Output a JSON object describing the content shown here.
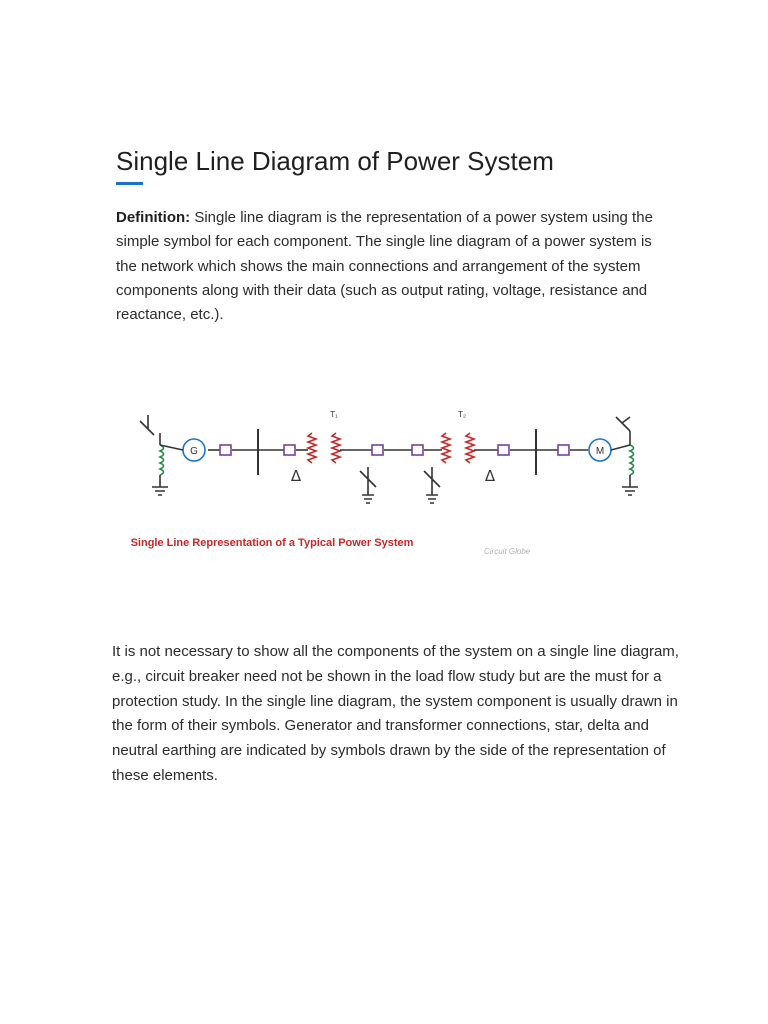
{
  "article": {
    "title": "Single Line Diagram of Power System",
    "accent_color": "#1a73c9",
    "definition_term": "Definition:",
    "definition_text": " Single line diagram is the representation of a power system using the simple symbol for each component. The single line diagram of a power system is the network which shows the main connections and arrangement of the system components along with their data (such as output rating, voltage, resistance and reactance, etc.).",
    "body_paragraph": "It is not necessary to show all the components of the system on a single line diagram, e.g., circuit breaker need not be shown in the load flow study but are the must for a protection study. In the single line diagram, the system component is usually drawn in the form of their symbols. Generator and transformer connections, star, delta and neutral earthing are indicated by symbols drawn by the side of the representation of these elements."
  },
  "figure": {
    "generator_label": "G",
    "motor_label": "M",
    "transformer1_label": "T₁",
    "transformer2_label": "T₂",
    "delta_symbol": "Δ",
    "caption": "Single Line Representation of a Typical Power System",
    "caption_color": "#c62828",
    "watermark": "Circuit Globe",
    "colors": {
      "line": "#333333",
      "generator": "#1a73c9",
      "coil": "#c62828",
      "breaker": "#7b3fa0"
    }
  }
}
